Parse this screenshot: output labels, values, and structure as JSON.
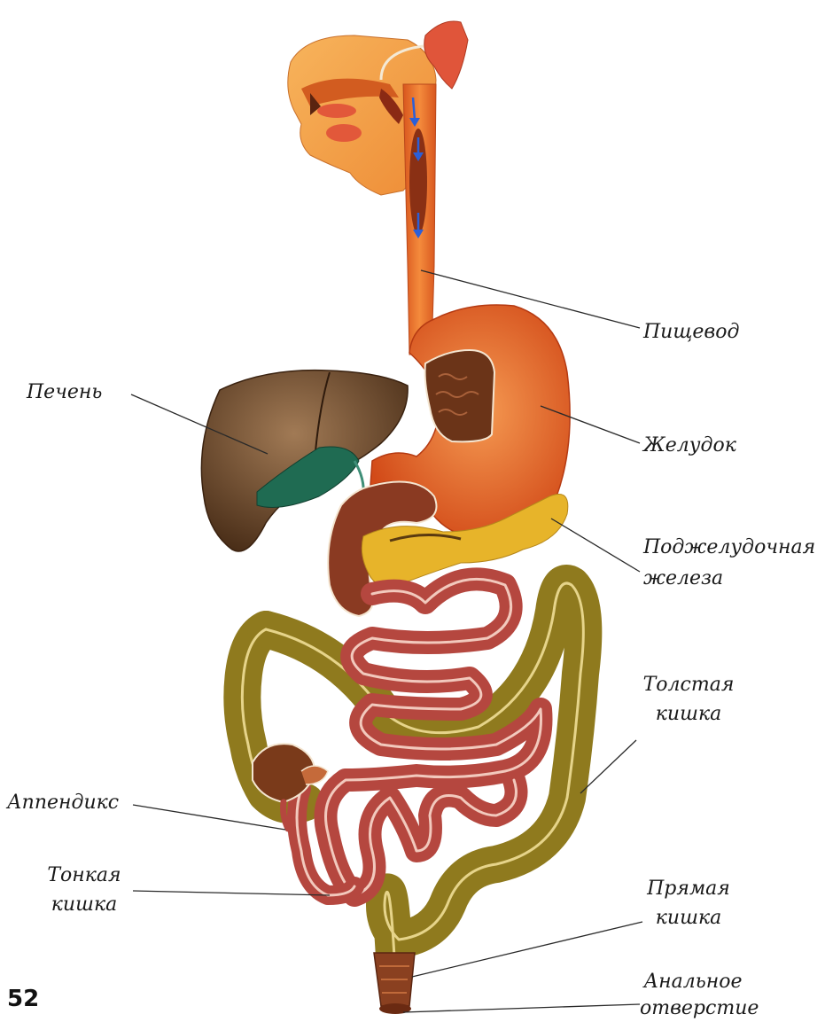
{
  "labels": {
    "esophagus": "Пищевод",
    "liver": "Печень",
    "stomach": "Желудок",
    "pancreas_1": "Поджелудочная",
    "pancreas_2": "железа",
    "large_intestine_1": "Толстая",
    "large_intestine_2": "кишка",
    "appendix": "Аппендикс",
    "small_intestine_1": "Тонкая",
    "small_intestine_2": "кишка",
    "rectum_1": "Прямая",
    "rectum_2": "кишка",
    "anus_1": "Анальное",
    "anus_2": "отверстие"
  },
  "page_number": "52",
  "colors": {
    "skin": "#f3a24a",
    "esophagus": "#e8702c",
    "stomach": "#e85f24",
    "stomach_inner": "#6b3418",
    "liver": "#6e4a2c",
    "gallbladder": "#1f6b52",
    "pancreas": "#e7b42a",
    "small_intestine": "#b5473f",
    "large_intestine": "#8f7a1e",
    "leader_line": "#2a2a2a"
  }
}
